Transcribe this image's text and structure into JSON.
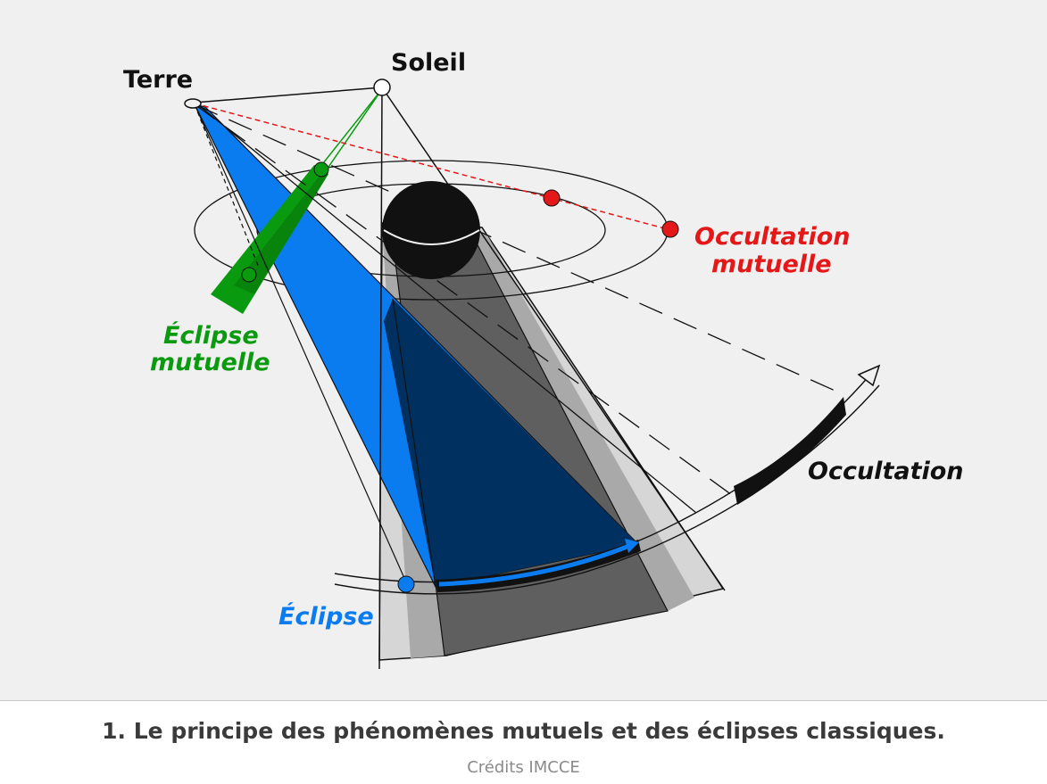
{
  "labels": {
    "terre": "Terre",
    "soleil": "Soleil",
    "occultation_mutuelle_1": "Occultation",
    "occultation_mutuelle_2": "mutuelle",
    "eclipse_mutuelle_1": "Éclipse",
    "eclipse_mutuelle_2": "mutuelle",
    "occultation": "Occultation",
    "eclipse": "Éclipse"
  },
  "colors": {
    "background": "#f0f0f0",
    "planet": "#111111",
    "eclipse_blue": "#0a7cf0",
    "eclipse_dark_blue": "#00305f",
    "eclipse_mutual_green": "#0a9a10",
    "occultation_mutual_red": "#e41818",
    "shadow_gray": "#5f5f5f",
    "penumbra_gray": "#a9a9a9"
  },
  "caption": {
    "title": "1. Le principe des phénomènes mutuels et des éclipses classiques.",
    "credits": "Crédits IMCCE"
  }
}
